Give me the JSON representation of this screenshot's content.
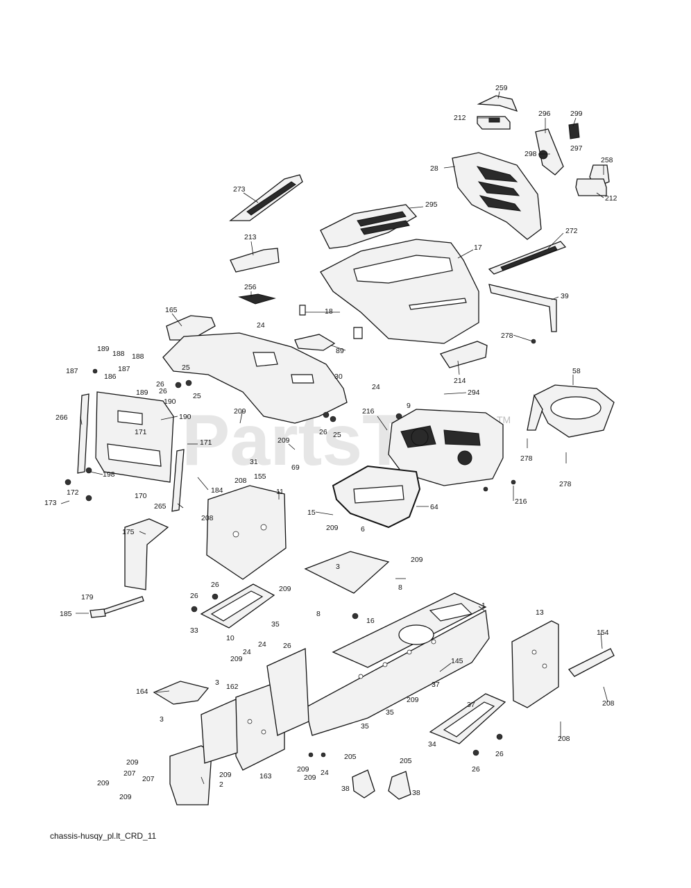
{
  "diagram": {
    "caption": "chassis-husqy_pl.lt_CRD_11",
    "watermark": "PartsTre",
    "watermark_tm": "TM",
    "callouts": [
      {
        "id": "c259",
        "label": "259"
      },
      {
        "id": "c212a",
        "label": "212"
      },
      {
        "id": "c296",
        "label": "296"
      },
      {
        "id": "c299",
        "label": "299"
      },
      {
        "id": "c297",
        "label": "297"
      },
      {
        "id": "c298",
        "label": "298"
      },
      {
        "id": "c28",
        "label": "28"
      },
      {
        "id": "c258",
        "label": "258"
      },
      {
        "id": "c212b",
        "label": "212"
      },
      {
        "id": "c273",
        "label": "273"
      },
      {
        "id": "c295",
        "label": "295"
      },
      {
        "id": "c272",
        "label": "272"
      },
      {
        "id": "c213",
        "label": "213"
      },
      {
        "id": "c17",
        "label": "17"
      },
      {
        "id": "c39",
        "label": "39"
      },
      {
        "id": "c256",
        "label": "256"
      },
      {
        "id": "c165",
        "label": "165"
      },
      {
        "id": "c24a",
        "label": "24"
      },
      {
        "id": "c18",
        "label": "18"
      },
      {
        "id": "c278a",
        "label": "278"
      },
      {
        "id": "c89",
        "label": "89"
      },
      {
        "id": "c214",
        "label": "214"
      },
      {
        "id": "c189a",
        "label": "189"
      },
      {
        "id": "c188a",
        "label": "188"
      },
      {
        "id": "c188b",
        "label": "188"
      },
      {
        "id": "c187a",
        "label": "187"
      },
      {
        "id": "c186",
        "label": "186"
      },
      {
        "id": "c187b",
        "label": "187"
      },
      {
        "id": "c189b",
        "label": "189"
      },
      {
        "id": "c25a",
        "label": "25"
      },
      {
        "id": "c26a",
        "label": "26"
      },
      {
        "id": "c26b",
        "label": "26"
      },
      {
        "id": "c25b",
        "label": "25"
      },
      {
        "id": "c30",
        "label": "30"
      },
      {
        "id": "c24b",
        "label": "24"
      },
      {
        "id": "c58",
        "label": "58"
      },
      {
        "id": "c190a",
        "label": "190"
      },
      {
        "id": "c294",
        "label": "294"
      },
      {
        "id": "c266",
        "label": "266"
      },
      {
        "id": "c190b",
        "label": "190"
      },
      {
        "id": "c209a",
        "label": "209"
      },
      {
        "id": "c216a",
        "label": "216"
      },
      {
        "id": "c9",
        "label": "9"
      },
      {
        "id": "c26c",
        "label": "26"
      },
      {
        "id": "c25c",
        "label": "25"
      },
      {
        "id": "c171a",
        "label": "171"
      },
      {
        "id": "c171b",
        "label": "171"
      },
      {
        "id": "c209b",
        "label": "209"
      },
      {
        "id": "c31",
        "label": "31"
      },
      {
        "id": "c69",
        "label": "69"
      },
      {
        "id": "c278b",
        "label": "278"
      },
      {
        "id": "c278c",
        "label": "278"
      },
      {
        "id": "c198",
        "label": "198"
      },
      {
        "id": "c172",
        "label": "172"
      },
      {
        "id": "c173",
        "label": "173"
      },
      {
        "id": "c170",
        "label": "170"
      },
      {
        "id": "c265",
        "label": "265"
      },
      {
        "id": "c184",
        "label": "184"
      },
      {
        "id": "c208a",
        "label": "208"
      },
      {
        "id": "c155",
        "label": "155"
      },
      {
        "id": "c11",
        "label": "11"
      },
      {
        "id": "c216b",
        "label": "216"
      },
      {
        "id": "c208b",
        "label": "208"
      },
      {
        "id": "c15",
        "label": "15"
      },
      {
        "id": "c64",
        "label": "64"
      },
      {
        "id": "c209c",
        "label": "209"
      },
      {
        "id": "c6",
        "label": "6"
      },
      {
        "id": "c209d",
        "label": "209"
      },
      {
        "id": "c175",
        "label": "175"
      },
      {
        "id": "c3a",
        "label": "3"
      },
      {
        "id": "c8a",
        "label": "8"
      },
      {
        "id": "c26d",
        "label": "26"
      },
      {
        "id": "c26e",
        "label": "26"
      },
      {
        "id": "c209e",
        "label": "209"
      },
      {
        "id": "c179",
        "label": "179"
      },
      {
        "id": "c8b",
        "label": "8"
      },
      {
        "id": "c16",
        "label": "16"
      },
      {
        "id": "c185",
        "label": "185"
      },
      {
        "id": "c35a",
        "label": "35"
      },
      {
        "id": "c33",
        "label": "33"
      },
      {
        "id": "c10",
        "label": "10"
      },
      {
        "id": "c1",
        "label": "1"
      },
      {
        "id": "c13",
        "label": "13"
      },
      {
        "id": "c154",
        "label": "154"
      },
      {
        "id": "c24c",
        "label": "24"
      },
      {
        "id": "c26f",
        "label": "26"
      },
      {
        "id": "c209f",
        "label": "209"
      },
      {
        "id": "c24d",
        "label": "24"
      },
      {
        "id": "c145",
        "label": "145"
      },
      {
        "id": "c164",
        "label": "164"
      },
      {
        "id": "c162",
        "label": "162"
      },
      {
        "id": "c3b",
        "label": "3"
      },
      {
        "id": "c37a",
        "label": "37"
      },
      {
        "id": "c209g",
        "label": "209"
      },
      {
        "id": "c37b",
        "label": "37"
      },
      {
        "id": "c208c",
        "label": "208"
      },
      {
        "id": "c3c",
        "label": "3"
      },
      {
        "id": "c35b",
        "label": "35"
      },
      {
        "id": "c35c",
        "label": "35"
      },
      {
        "id": "c208d",
        "label": "208"
      },
      {
        "id": "c34",
        "label": "34"
      },
      {
        "id": "c26g",
        "label": "26"
      },
      {
        "id": "c26h",
        "label": "26"
      },
      {
        "id": "c209h",
        "label": "209"
      },
      {
        "id": "c205a",
        "label": "205"
      },
      {
        "id": "c205b",
        "label": "205"
      },
      {
        "id": "c207a",
        "label": "207"
      },
      {
        "id": "c209i",
        "label": "209"
      },
      {
        "id": "c209j",
        "label": "209"
      },
      {
        "id": "c209k",
        "label": "209"
      },
      {
        "id": "c207b",
        "label": "207"
      },
      {
        "id": "c209l",
        "label": "209"
      },
      {
        "id": "c24e",
        "label": "24"
      },
      {
        "id": "c2",
        "label": "2"
      },
      {
        "id": "c38a",
        "label": "38"
      },
      {
        "id": "c38b",
        "label": "38"
      },
      {
        "id": "c163",
        "label": "163"
      },
      {
        "id": "c209m",
        "label": "209"
      }
    ]
  }
}
